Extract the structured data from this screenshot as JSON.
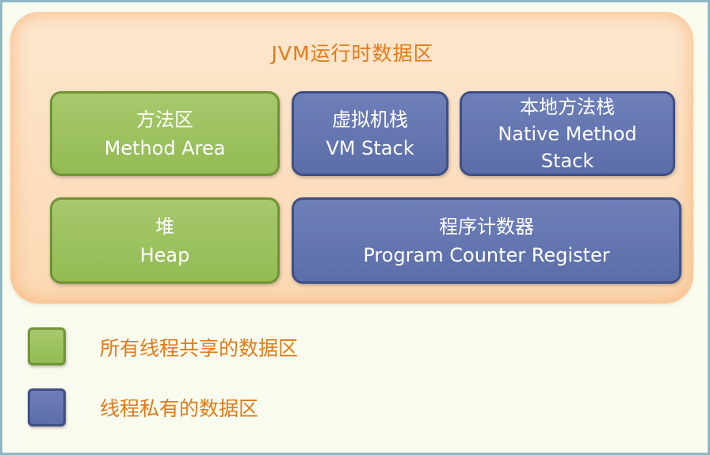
{
  "title": "JVM运行时数据区",
  "regions": {
    "method_area": {
      "cn": "方法区",
      "en": "Method Area"
    },
    "vm_stack": {
      "cn": "虚拟机栈",
      "en": "VM Stack"
    },
    "native_stack": {
      "cn": "本地方法栈",
      "en_line1": "Native Method",
      "en_line2": "Stack"
    },
    "heap": {
      "cn": "堆",
      "en": "Heap"
    },
    "pc_register": {
      "cn": "程序计数器",
      "en": "Program Counter Register"
    }
  },
  "legend": {
    "shared": {
      "label": "所有线程共享的数据区",
      "color": "#94bb55"
    },
    "private": {
      "label": "线程私有的数据区",
      "color": "#5c6ea9"
    }
  },
  "colors": {
    "title": "#e27b17",
    "shared_fill": "#94bb55",
    "private_fill": "#5c6ea9",
    "runtime_fill": "#fbd8b3"
  }
}
